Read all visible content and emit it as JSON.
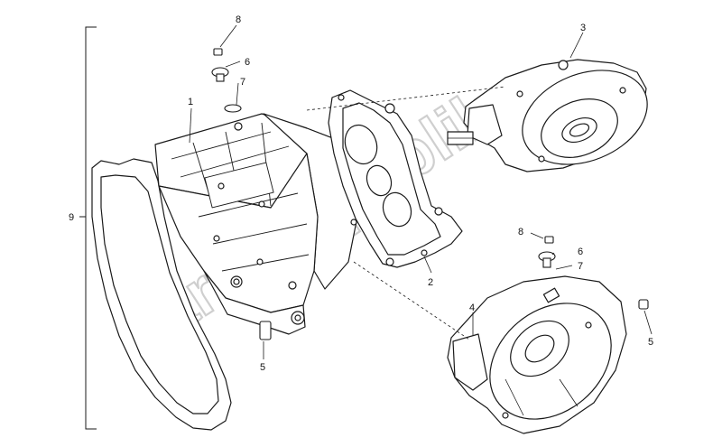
{
  "watermark": "PartsRepublik",
  "callouts": {
    "c1": "1",
    "c2": "2",
    "c3": "3",
    "c4": "4",
    "c5a": "5",
    "c5b": "5",
    "c6a": "6",
    "c6b": "6",
    "c7a": "7",
    "c7b": "7",
    "c8a": "8",
    "c8b": "8",
    "c9": "9"
  },
  "colors": {
    "line": "#1a1a1a",
    "watermark": "#cfcfcf",
    "background": "#ffffff"
  }
}
